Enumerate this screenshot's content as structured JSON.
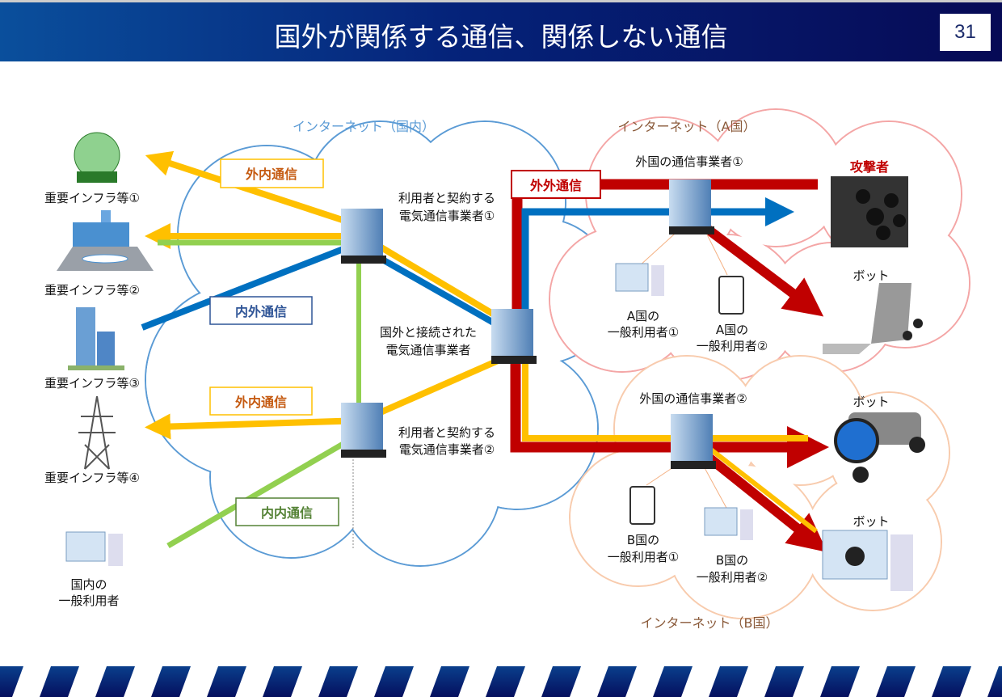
{
  "header": {
    "title": "国外が関係する通信、関係しない通信",
    "page_number": "31"
  },
  "clouds": {
    "domestic": "インターネット（国内）",
    "country_a": "インターネット（A国）",
    "country_b": "インターネット（B国）"
  },
  "infra": [
    "重要インフラ等①",
    "重要インフラ等②",
    "重要インフラ等③",
    "重要インフラ等④"
  ],
  "domestic_user": [
    "国内の",
    "一般利用者"
  ],
  "carriers": {
    "c1": [
      "利用者と契約する",
      "電気通信事業者①"
    ],
    "c2": [
      "利用者と契約する",
      "電気通信事業者②"
    ],
    "gateway": [
      "国外と接続された",
      "電気通信事業者"
    ],
    "foreign1": "外国の通信事業者①",
    "foreign2": "外国の通信事業者②"
  },
  "labels": {
    "outin1": "外内通信",
    "inout": "内外通信",
    "outin2": "外内通信",
    "inin": "内内通信",
    "outout": "外外通信"
  },
  "a_users": [
    [
      "A国の",
      "一般利用者①"
    ],
    [
      "A国の",
      "一般利用者②"
    ]
  ],
  "b_users": [
    [
      "B国の",
      "一般利用者①"
    ],
    [
      "B国の",
      "一般利用者②"
    ]
  ],
  "attacker": "攻撃者",
  "bots": [
    "ボット",
    "ボット",
    "ボット"
  ],
  "colors": {
    "red": "#c00000",
    "blue": "#0070c0",
    "yellow": "#ffc000",
    "green": "#92d050",
    "domestic_cloud": "#5b9bd5",
    "a_cloud": "#f4a6a6",
    "b_cloud": "#f8cbad"
  }
}
